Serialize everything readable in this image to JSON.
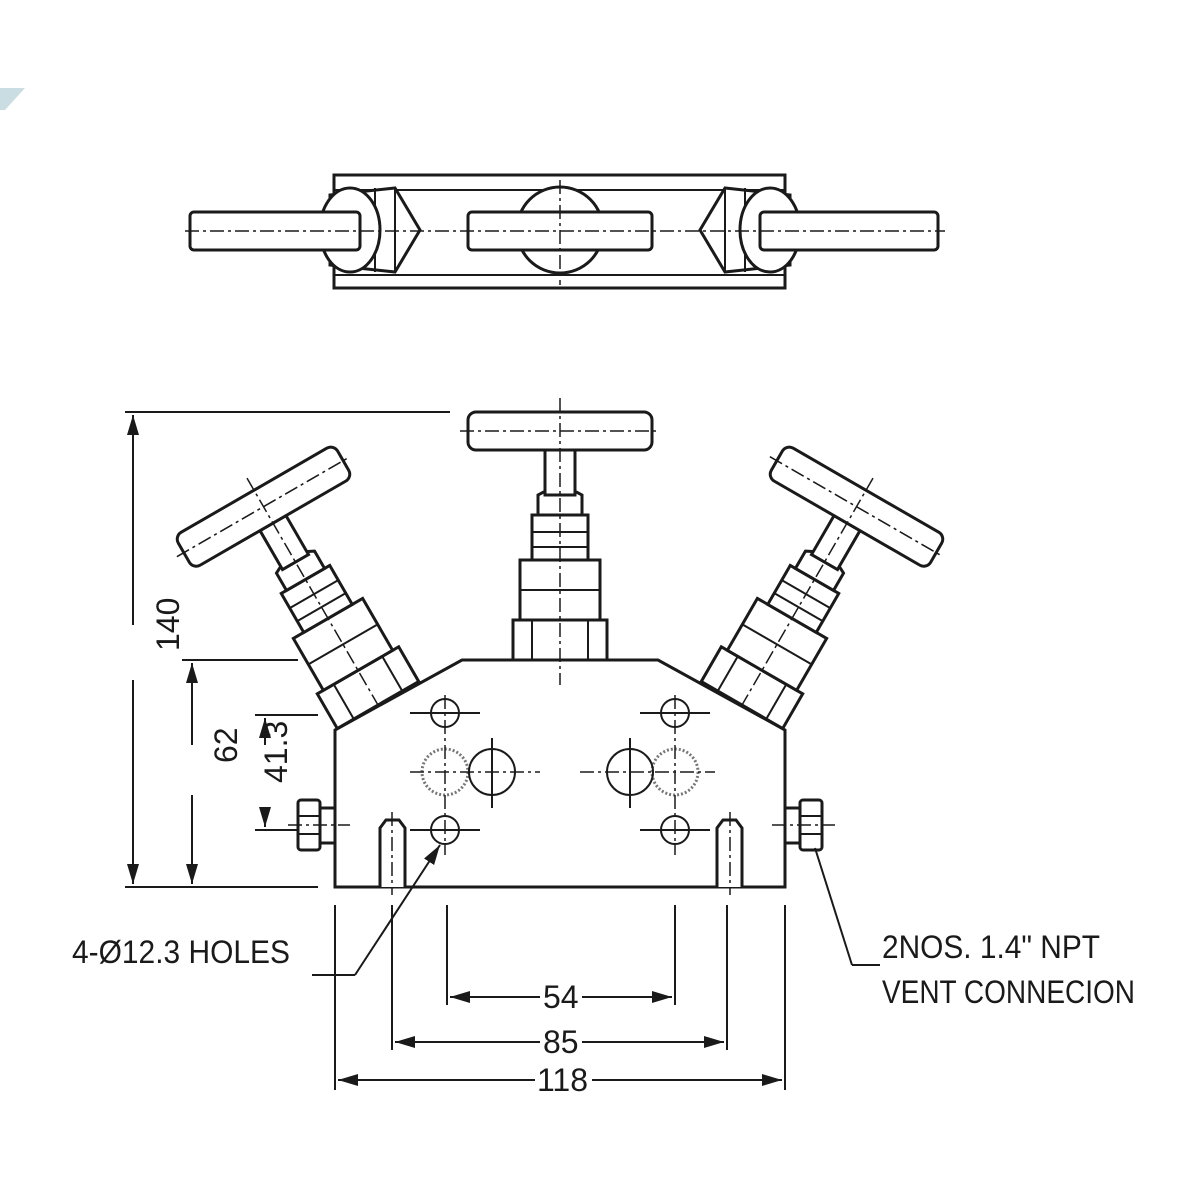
{
  "drawing": {
    "accent_color": "#c9dde3",
    "dimensions": {
      "overall_height": "140",
      "body_height": "62",
      "vent_height": "41.3",
      "inner_hole_spacing": "54",
      "pin_spacing": "85",
      "body_width": "118"
    },
    "annotations": {
      "holes": "4-Ø12.3 HOLES",
      "vent_line1": "2NOS. 1.4\" NPT",
      "vent_line2": "VENT CONNECION"
    }
  }
}
